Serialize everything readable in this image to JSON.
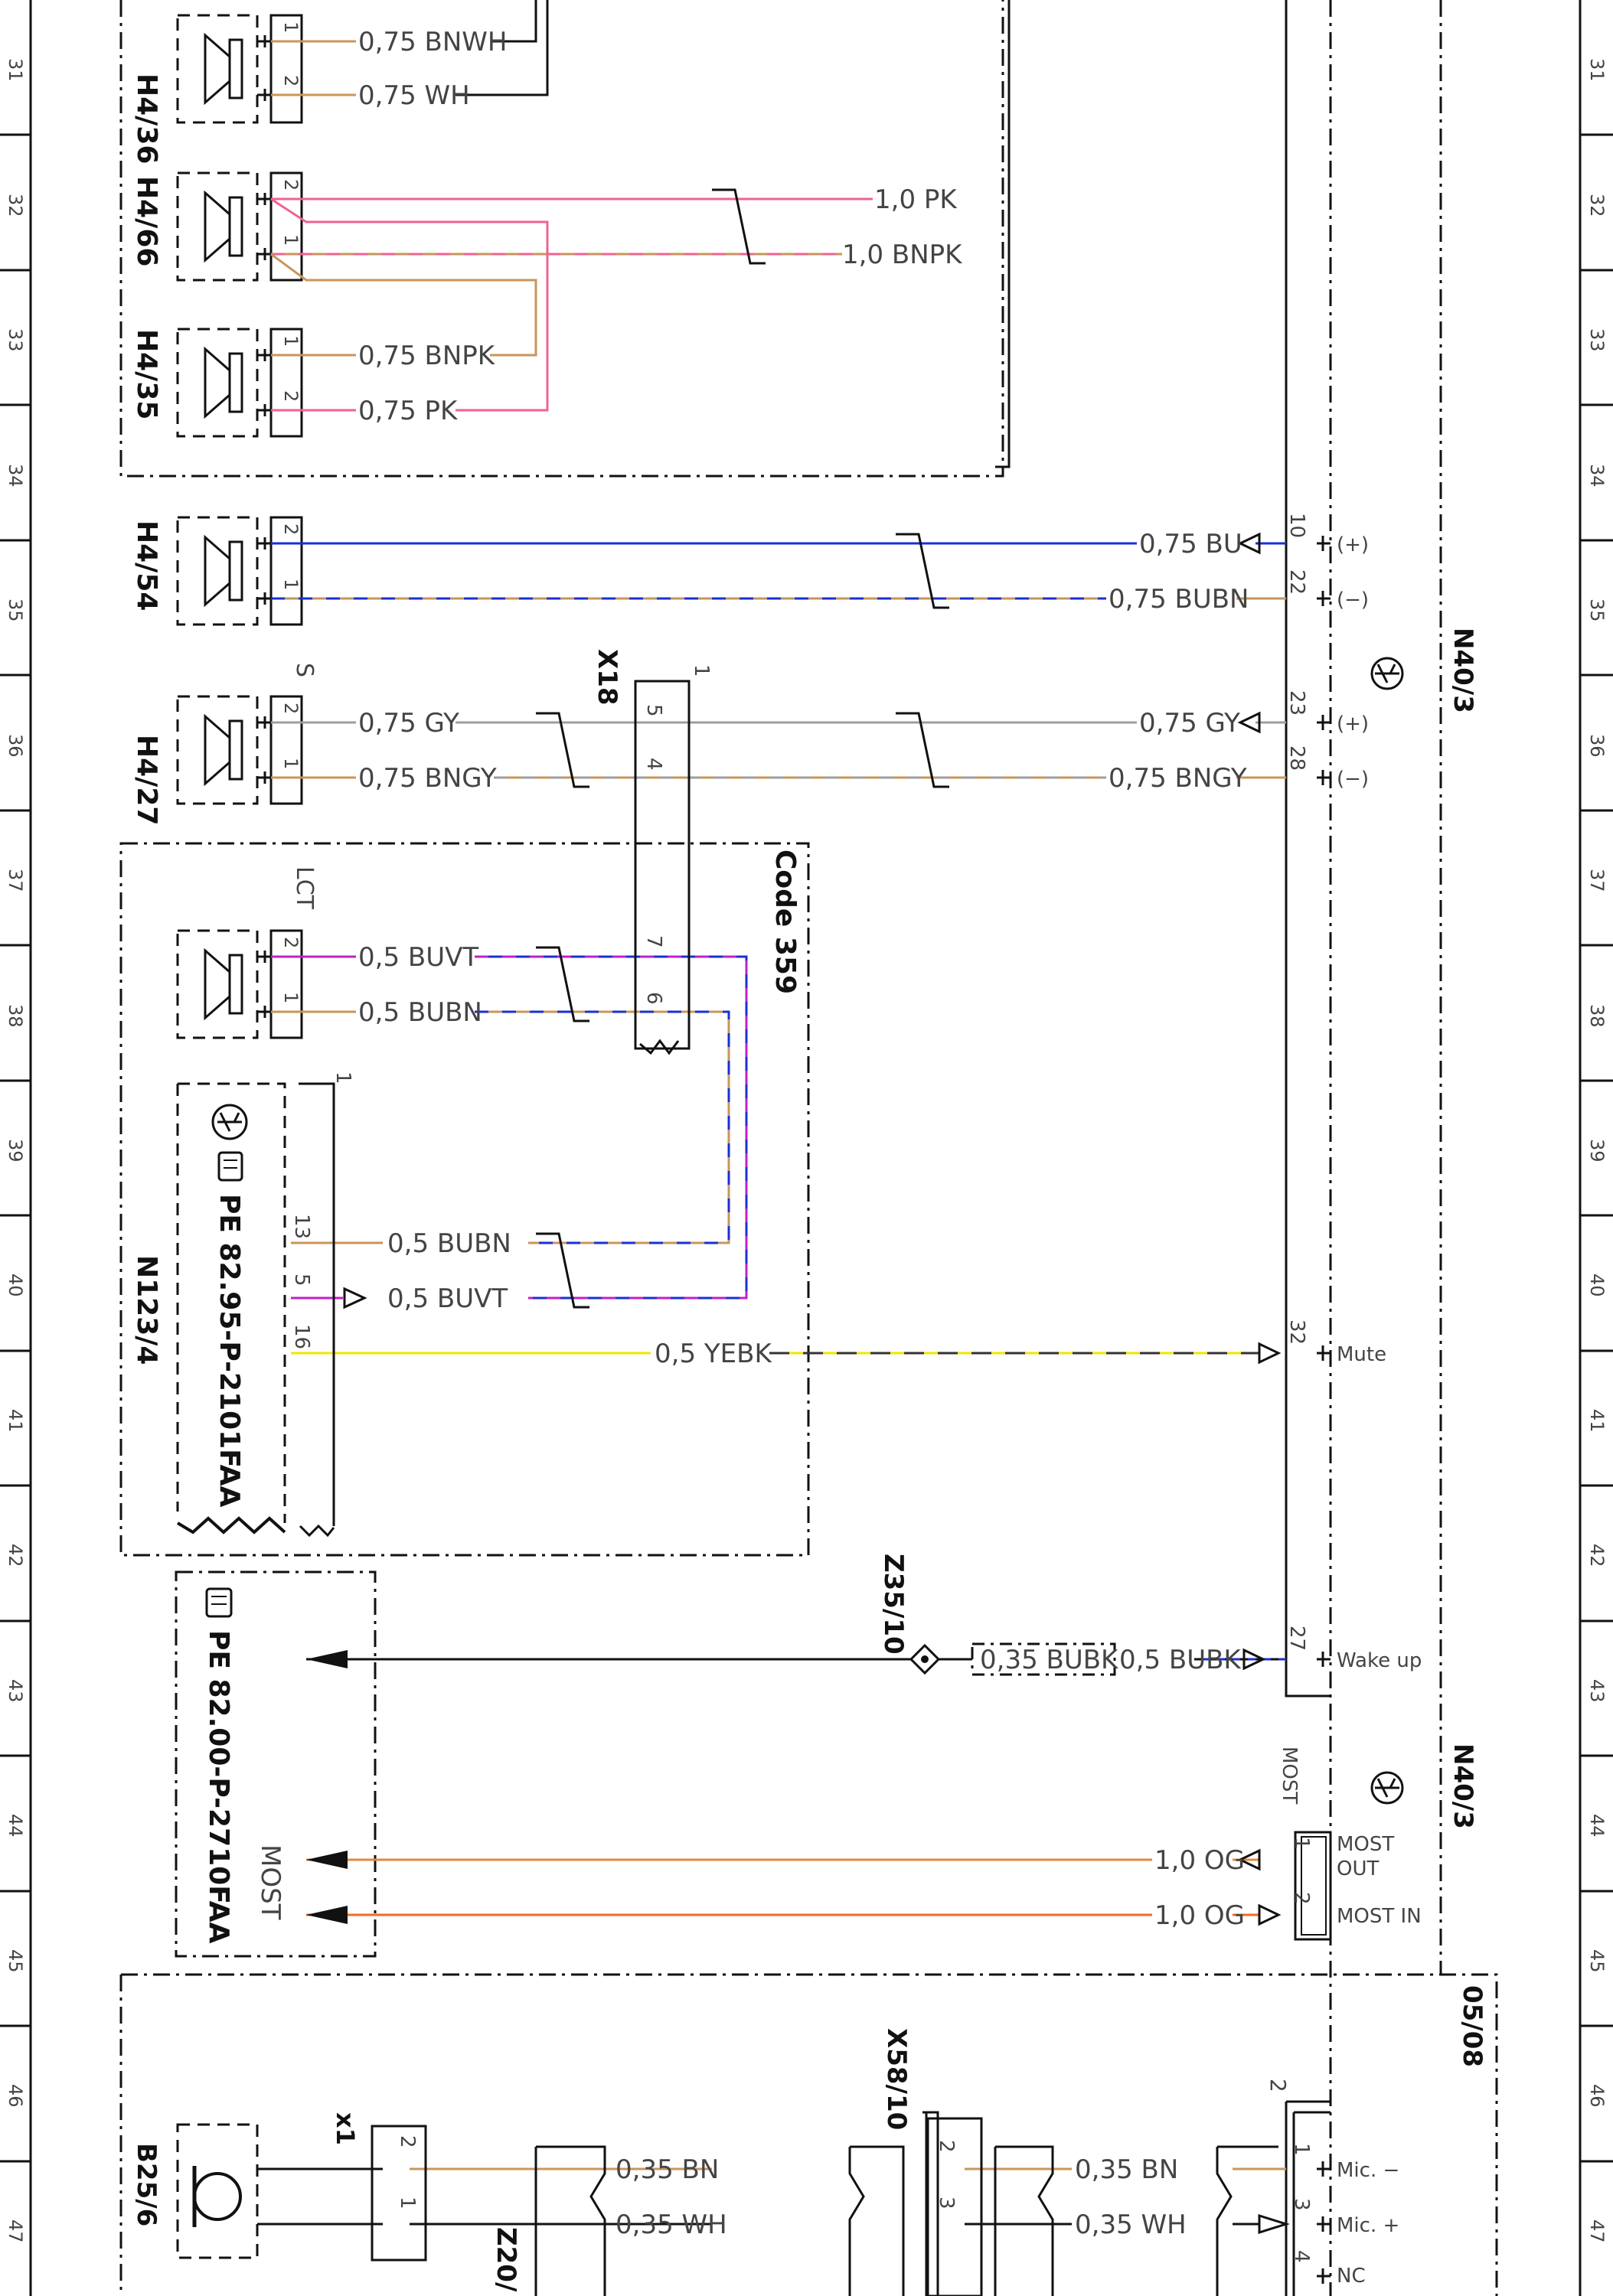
{
  "grid": {
    "rows": [
      "31",
      "32",
      "33",
      "34",
      "35",
      "36",
      "37",
      "38",
      "39",
      "40",
      "41",
      "42",
      "43",
      "44",
      "45",
      "46",
      "47"
    ]
  },
  "components": {
    "h4_36": "H4/36",
    "h4_66": "H4/66",
    "h4_35": "H4/35",
    "h4_54": "H4/54",
    "h4_27": "H4/27",
    "x18": "X18",
    "code_359": "Code 359",
    "n123_4": "N123/4",
    "pe_1": "PE 82.95-P-2101FAA",
    "pe_2": "PE 82.00-P-2710FAA",
    "z35_10": "Z35/10",
    "n40_3_a": "N40/3",
    "n40_3_b": "N40/3",
    "x58_10": "X58/10",
    "b25_6": "B25/6",
    "x1": "x1",
    "z20": "Z20/",
    "ref_0508": "05/08",
    "lct": "LCT",
    "s": "S",
    "most_a": "MOST",
    "most_b": "MOST"
  },
  "wires": {
    "w1": "0,75 BNWH",
    "w2": "0,75 WH",
    "w3": "1,0 PK",
    "w4": "1,0 BNPK",
    "w5": "0,75 BNPK",
    "w6": "0,75 PK",
    "w7": "0,75 BU",
    "w8": "0,75 BUBN",
    "w9": "0,75 GY",
    "w10": "0,75 BNGY",
    "w11": "0,75 GY",
    "w12": "0,75 BNGY",
    "w13": "0,5 BUVT",
    "w14": "0,5 BUBN",
    "w15": "0,5 BUBN",
    "w16": "0,5 BUVT",
    "w17": "0,5 YEBK",
    "w18": "0,35 BUBK",
    "w19": "0,5 BUBK",
    "w20": "1,0 OG",
    "w21": "1,0 OG",
    "w22": "0,35 BN",
    "w23": "0,35 WH",
    "w24": "0,35 BN",
    "w25": "0,35 WH"
  },
  "pins": {
    "p10": "10",
    "p22": "22",
    "p23": "23",
    "p28": "28",
    "p32": "32",
    "p27": "27",
    "h36_1": "1",
    "h36_2": "2",
    "h66_2": "2",
    "h66_1": "1",
    "h35_1": "1",
    "h35_2": "2",
    "h54_2": "2",
    "h54_1": "1",
    "h27_2": "2",
    "h27_1": "1",
    "lct_2": "2",
    "lct_1": "1",
    "x18_top": "1",
    "x18_5": "5",
    "x18_4": "4",
    "x18_7": "7",
    "x18_6": "6",
    "n123_13": "13",
    "n123_5": "5",
    "n123_16": "16",
    "n123_top": "1",
    "most_1": "1",
    "most_2": "2",
    "x1_2": "2",
    "x1_1": "1",
    "x58_2": "2",
    "x58_3": "3",
    "mic_top": "2",
    "mic_1": "1",
    "mic_3": "3",
    "mic_4": "4"
  },
  "signals": {
    "plus_a": "(+)",
    "minus_a": "(−)",
    "plus_b": "(+)",
    "minus_b": "(−)",
    "mute": "Mute",
    "wake": "Wake up",
    "most_out_1": "MOST",
    "most_out_2": "OUT",
    "most_in": "MOST IN",
    "mic_minus": "Mic. −",
    "mic_plus": "Mic. +",
    "nc": "NC"
  },
  "colors": {
    "pink": "#f06292",
    "brown": "#c8965a",
    "blue": "#1a2fd6",
    "gray": "#9e9e9e",
    "violet": "#c020c8",
    "yellow": "#f2e600",
    "orange_a": "#e08a3c",
    "orange_b": "#f26b1d",
    "black": "#111111"
  }
}
